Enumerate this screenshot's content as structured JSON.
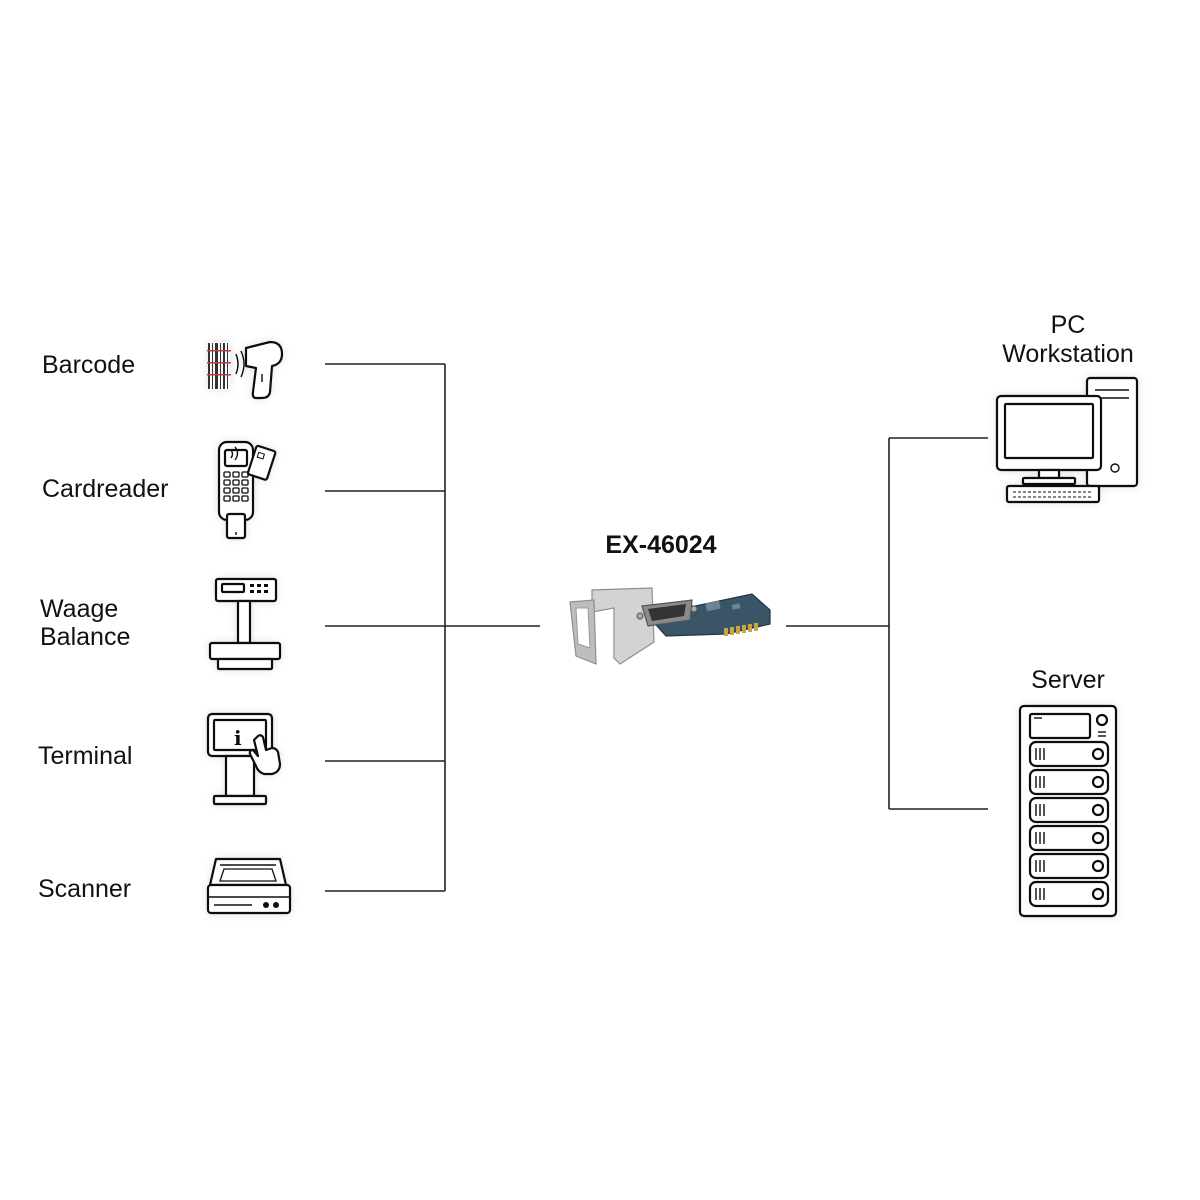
{
  "devices_left": [
    {
      "id": "barcode",
      "lines": [
        "Barcode"
      ],
      "icon": "barcode-scanner-icon"
    },
    {
      "id": "cardreader",
      "lines": [
        "Cardreader"
      ],
      "icon": "card-terminal-icon"
    },
    {
      "id": "scale",
      "lines": [
        "Waage",
        "Balance"
      ],
      "icon": "weighing-scale-icon"
    },
    {
      "id": "terminal",
      "lines": [
        "Terminal"
      ],
      "icon": "info-kiosk-icon"
    },
    {
      "id": "scanner",
      "lines": [
        "Scanner"
      ],
      "icon": "flatbed-scanner-icon"
    }
  ],
  "center": {
    "label": "EX-46024",
    "icon": "pcie-serial-card-icon"
  },
  "devices_right": [
    {
      "id": "pc",
      "lines": [
        "PC",
        "Workstation"
      ],
      "icon": "desktop-computer-icon"
    },
    {
      "id": "server",
      "lines": [
        "Server"
      ],
      "icon": "server-rack-icon"
    }
  ],
  "colors": {
    "line": "#222222",
    "pcb": "#3b5568",
    "bracket": "#c9c9c9"
  }
}
